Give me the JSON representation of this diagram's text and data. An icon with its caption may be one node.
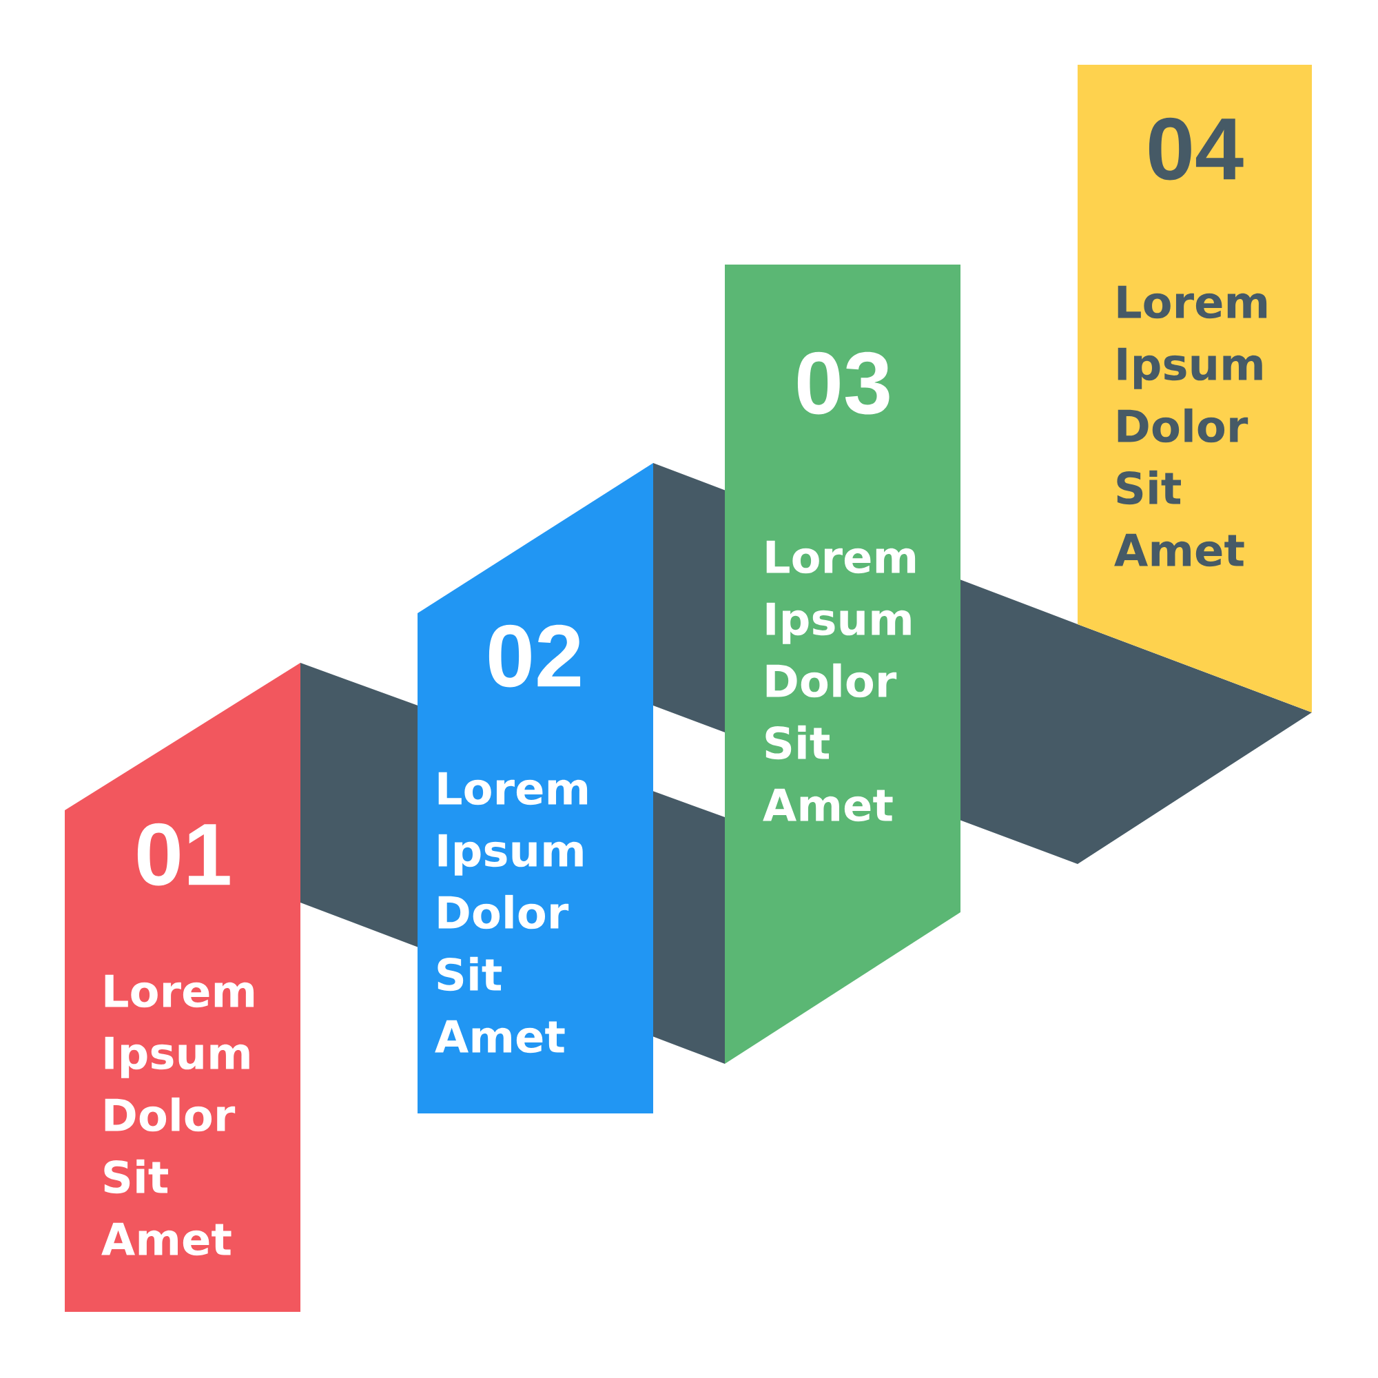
{
  "diagram": {
    "nodes": [
      {
        "text": [
          "01",
          "Lorem Ipsum Dolor Sit Amet"
        ]
      },
      {
        "text": [
          "02",
          "Lorem Ipsum Dolor Sit Amet"
        ]
      },
      {
        "text": [
          "03",
          "Lorem Ipsum Dolor Sit Amet"
        ]
      },
      {
        "text": [
          "04",
          "Lorem Ipsum Dolor Sit Amet"
        ]
      }
    ]
  }
}
